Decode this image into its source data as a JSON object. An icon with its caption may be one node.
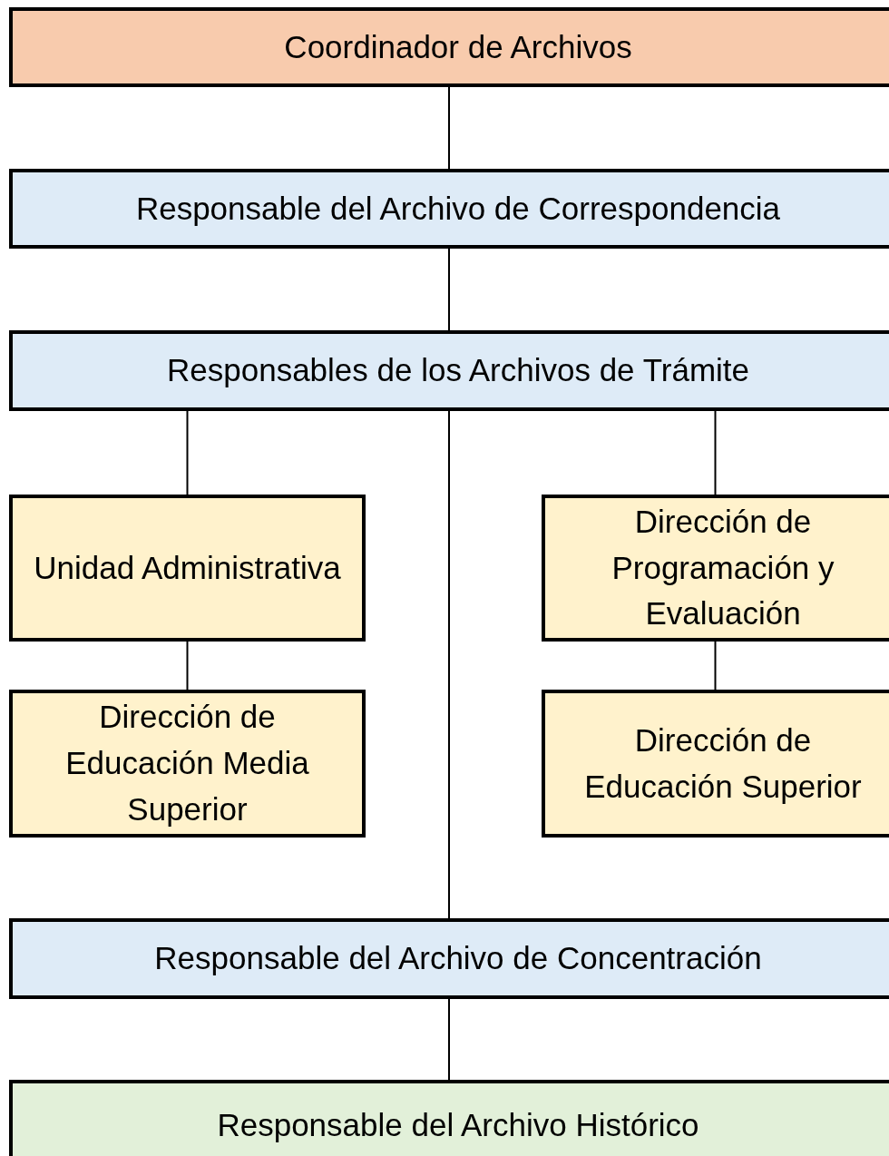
{
  "diagram": {
    "nodes": [
      {
        "text": [
          "Coordinador de Archivos"
        ]
      },
      {
        "text": [
          "Responsable del Archivo de Correspondencia"
        ]
      },
      {
        "text": [
          "Responsables de los Archivos de Trámite"
        ]
      },
      {
        "text": [
          "Unidad Administrativa"
        ]
      },
      {
        "text": [
          "Dirección de Educación Media Superior"
        ]
      },
      {
        "text": [
          "Dirección de Programación y Evaluación"
        ]
      },
      {
        "text": [
          "Dirección de Educación Superior"
        ]
      },
      {
        "text": [
          "Responsable del Archivo de Concentración"
        ]
      },
      {
        "text": [
          "Responsable del Archivo Histórico"
        ]
      }
    ],
    "edges": [
      {
        "from": 0,
        "to": 1,
        "arrow": "none"
      },
      {
        "from": 1,
        "to": 2,
        "arrow": "none"
      },
      {
        "from": 2,
        "to": 3,
        "arrow": "none"
      },
      {
        "from": 3,
        "to": 4,
        "arrow": "none"
      },
      {
        "from": 2,
        "to": 5,
        "arrow": "none"
      },
      {
        "from": 5,
        "to": 6,
        "arrow": "none"
      },
      {
        "from": 2,
        "to": 7,
        "arrow": "none"
      },
      {
        "from": 7,
        "to": 8,
        "arrow": "none"
      }
    ]
  }
}
